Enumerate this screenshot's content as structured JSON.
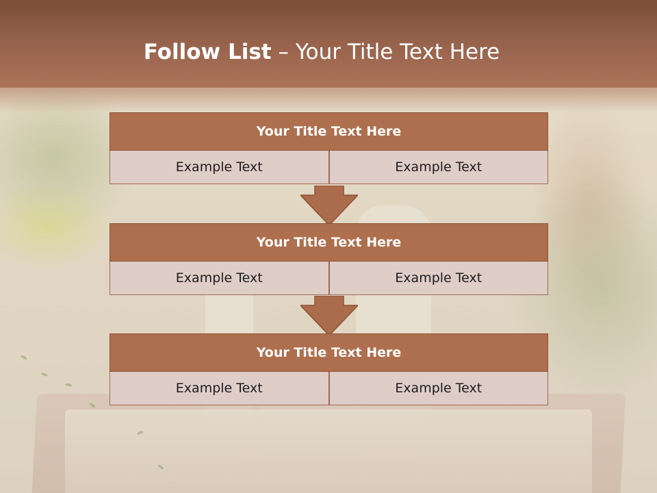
{
  "header": {
    "title_bold": "Follow List",
    "title_rest": " – Your Title Text Here"
  },
  "blocks": [
    {
      "title": "Your Title Text Here",
      "cells": [
        "Example Text",
        "Example Text"
      ]
    },
    {
      "title": "Your Title Text Here",
      "cells": [
        "Example Text",
        "Example Text"
      ]
    },
    {
      "title": "Your Title Text Here",
      "cells": [
        "Example Text",
        "Example Text"
      ]
    }
  ],
  "colors": {
    "header": "#95614a",
    "block_title": "#ae6f4e",
    "cell": "#decbc8",
    "arrow": "#ab6c4b"
  }
}
